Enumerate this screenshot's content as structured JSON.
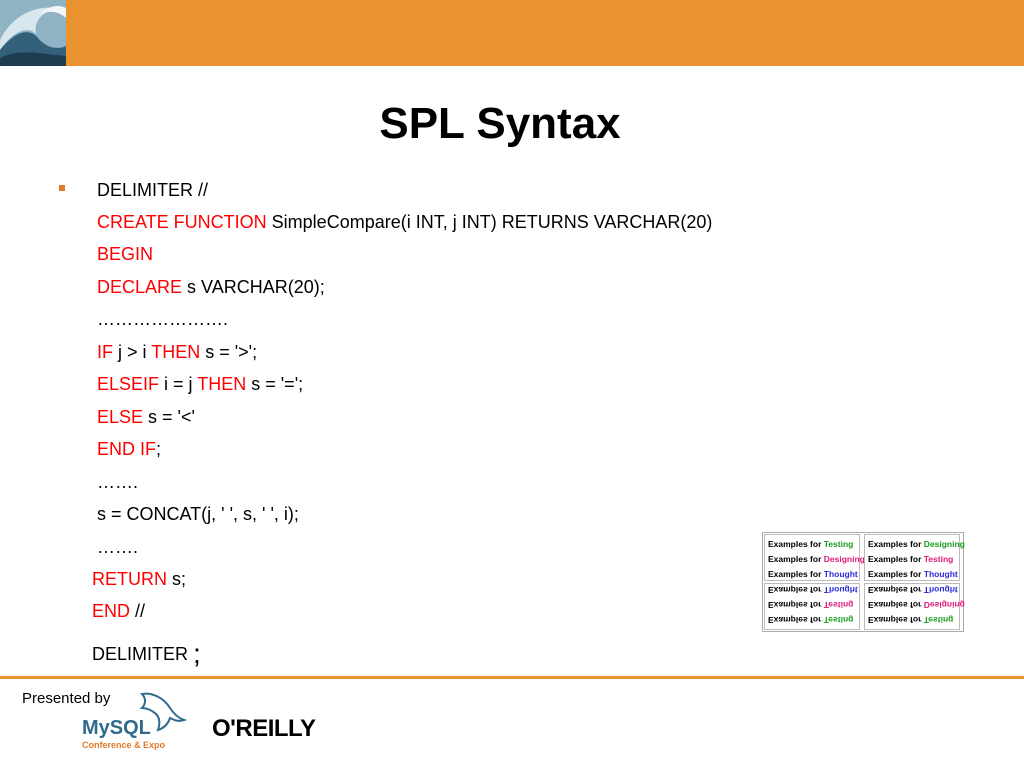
{
  "slide": {
    "title": "SPL Syntax"
  },
  "code": {
    "l1": "DELIMITER //",
    "l2_kw": "CREATE FUNCTION",
    "l2_rest": " SimpleCompare(i INT, j INT) RETURNS VARCHAR(20)",
    "l3_kw": "BEGIN",
    "l4_kw": "DECLARE",
    "l4_rest": " s VARCHAR(20);",
    "l5": "………………….",
    "l6_kw1": "IF",
    "l6_mid": " j > i ",
    "l6_kw2": "THEN",
    "l6_rest": " s = '>';",
    "l7_kw1": "ELSEIF",
    "l7_mid": " i = j ",
    "l7_kw2": "THEN",
    "l7_rest": " s = '=';",
    "l8_kw": "ELSE",
    "l8_rest": " s = '<'",
    "l9_kw": "END IF",
    "l9_rest": ";",
    "l10": "…….",
    "l11": "s = CONCAT(j, ' ', s, ' ', i);",
    "l12": "…….",
    "l13_kw": "RETURN",
    "l13_rest": " s;",
    "l14_kw": "END",
    "l14_rest": " //",
    "l15": "DELIMITER ",
    "l15_semi": ";"
  },
  "examples": {
    "prefix": "Examples for ",
    "cell1": [
      "Testing",
      "Designing",
      "Thought"
    ],
    "cell2": [
      "Designing",
      "Testing",
      "Thought"
    ]
  },
  "footer": {
    "presented_by": "Presented by",
    "mysql": "MySQL",
    "mysql_sub": "Conference & Expo",
    "oreilly": "O'REILLY"
  },
  "colors": {
    "accent": "#ea9330",
    "keyword": "#ff0000",
    "testing": "#1a9c1a",
    "designing": "#e0197a",
    "thought": "#2a2ad8"
  }
}
